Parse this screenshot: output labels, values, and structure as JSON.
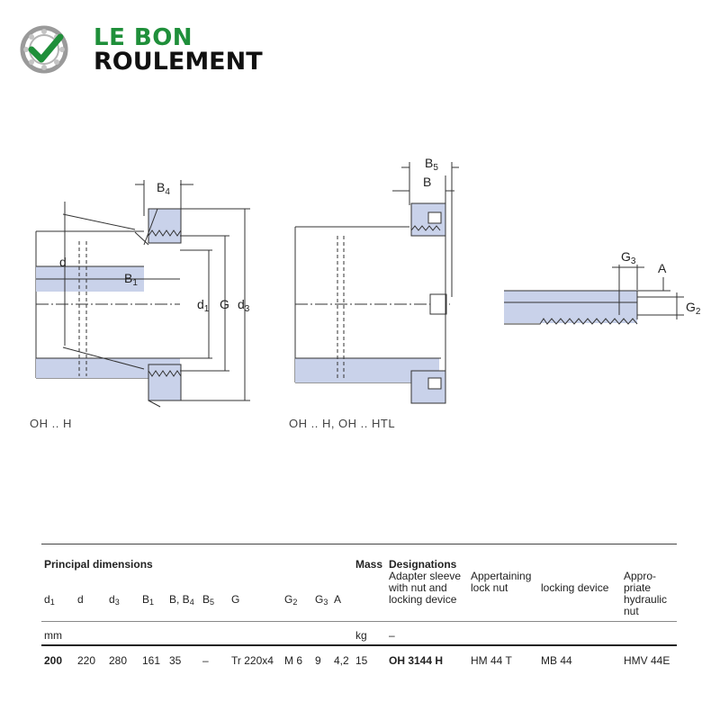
{
  "brand": {
    "line1": "LE BON",
    "line2": "ROULEMENT",
    "green": "#1f8f3a",
    "dark": "#111111",
    "icon": "bearing-check-icon"
  },
  "drawing_labels": {
    "B4": "B",
    "B4_sub": "4",
    "d": "d",
    "B1": "B",
    "B1_sub": "1",
    "d1": "d",
    "d1_sub": "1",
    "G": "G",
    "d3": "d",
    "d3_sub": "3",
    "B5": "B",
    "B5_sub": "5",
    "B": "B",
    "G3": "G",
    "G3_sub": "3",
    "A": "A",
    "G2": "G",
    "G2_sub": "2"
  },
  "captions": {
    "left": "OH .. H",
    "middle": "OH .. H, OH .. HTL"
  },
  "table": {
    "principal_dimensions": "Principal dimensions",
    "mass": "Mass",
    "designations": "Designations",
    "adapter_sleeve": [
      "Adapter sleeve",
      "with nut and",
      "locking device"
    ],
    "lock_nut": [
      "Appertaining",
      "lock nut"
    ],
    "locking_device": "locking device",
    "hydraulic_nut": [
      "Appro-",
      "priate",
      "hydraulic",
      "nut"
    ],
    "columns": {
      "d1": "d",
      "d1_sub": "1",
      "d": "d",
      "d3": "d",
      "d3_sub": "3",
      "B1": "B",
      "B1_sub": "1",
      "BB4": "B, B",
      "BB4_sub": "4",
      "B5": "B",
      "B5_sub": "5",
      "G": "G",
      "G2": "G",
      "G2_sub": "2",
      "G3": "G",
      "G3_sub": "3",
      "A": "A"
    },
    "units": {
      "mm": "mm",
      "kg": "kg",
      "dash": "–"
    },
    "row": {
      "d1": "200",
      "d": "220",
      "d3": "280",
      "B1": "161",
      "BB4": "35",
      "B5": "–",
      "G": "Tr 220x4",
      "G2": "M 6",
      "G3": "9",
      "A": "4,2",
      "mass": "15",
      "adapter": "OH 3144 H",
      "lock_nut": "HM 44 T",
      "locking_device": "MB 44",
      "hydraulic_nut": "HMV 44E"
    }
  }
}
